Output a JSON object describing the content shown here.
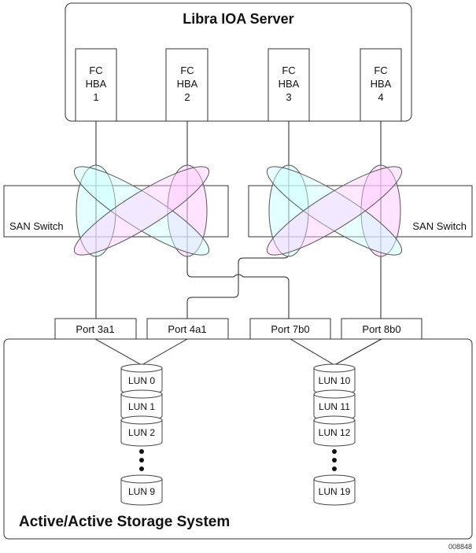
{
  "server": {
    "title": "Libra IOA Server",
    "hbas": [
      {
        "line1": "FC",
        "line2": "HBA",
        "line3": "1"
      },
      {
        "line1": "FC",
        "line2": "HBA",
        "line3": "2"
      },
      {
        "line1": "FC",
        "line2": "HBA",
        "line3": "3"
      },
      {
        "line1": "FC",
        "line2": "HBA",
        "line3": "4"
      }
    ]
  },
  "switches": [
    {
      "label": "SAN Switch"
    },
    {
      "label": "SAN Switch"
    }
  ],
  "zone_colors": {
    "cyan": "#ccffff",
    "pink": "#ffccff"
  },
  "ports": [
    {
      "label": "Port 3a1"
    },
    {
      "label": "Port 4a1"
    },
    {
      "label": "Port 7b0"
    },
    {
      "label": "Port 8b0"
    }
  ],
  "storage": {
    "title": "Active/Active Storage System",
    "lun_groups": [
      {
        "luns": [
          "LUN 0",
          "LUN 1",
          "LUN 2"
        ],
        "last": "LUN 9"
      },
      {
        "luns": [
          "LUN 10",
          "LUN 11",
          "LUN 12"
        ],
        "last": "LUN 19"
      }
    ]
  },
  "figure_id": "008848"
}
